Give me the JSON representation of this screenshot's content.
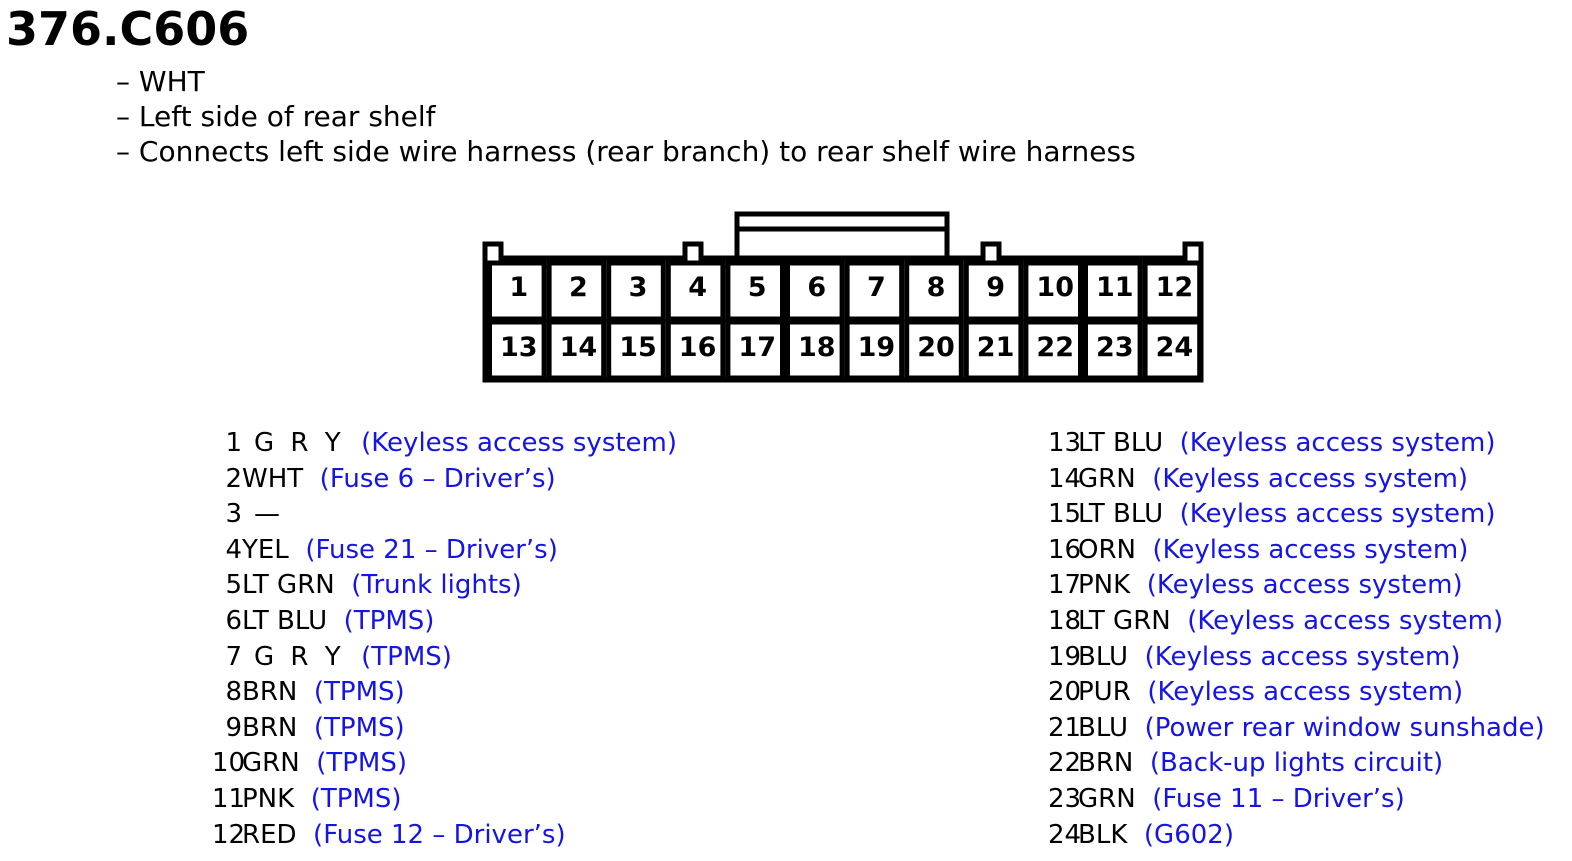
{
  "connector": {
    "title": "376.C606",
    "description": [
      "WHT",
      "Left side of rear shelf",
      "Connects left side wire harness (rear branch) to rear shelf wire harness"
    ],
    "top_row_pins": [
      "1",
      "2",
      "3",
      "4",
      "5",
      "6",
      "7",
      "8",
      "9",
      "10",
      "11",
      "12"
    ],
    "bottom_row_pins": [
      "13",
      "14",
      "15",
      "16",
      "17",
      "18",
      "19",
      "20",
      "21",
      "22",
      "23",
      "24"
    ]
  },
  "pins_left": [
    {
      "pin": "1",
      "wire": "G R Y",
      "circuit": "(Keyless access system)"
    },
    {
      "pin": "2",
      "wire": "WHT",
      "circuit": "(Fuse 6 – Driver’s)"
    },
    {
      "pin": "3",
      "wire": "—",
      "circuit": ""
    },
    {
      "pin": "4",
      "wire": "YEL",
      "circuit": "(Fuse 21 – Driver’s)"
    },
    {
      "pin": "5",
      "wire": "LT GRN",
      "circuit": "(Trunk lights)"
    },
    {
      "pin": "6",
      "wire": "LT BLU",
      "circuit": "(TPMS)"
    },
    {
      "pin": "7",
      "wire": "G R Y",
      "circuit": "(TPMS)"
    },
    {
      "pin": "8",
      "wire": "BRN",
      "circuit": "(TPMS)"
    },
    {
      "pin": "9",
      "wire": "BRN",
      "circuit": "(TPMS)"
    },
    {
      "pin": "10",
      "wire": "GRN",
      "circuit": "(TPMS)"
    },
    {
      "pin": "11",
      "wire": "PNK",
      "circuit": "(TPMS)"
    },
    {
      "pin": "12",
      "wire": "RED",
      "circuit": "(Fuse 12 – Driver’s)"
    }
  ],
  "pins_right": [
    {
      "pin": "13",
      "wire": "LT BLU",
      "circuit": "(Keyless access system)"
    },
    {
      "pin": "14",
      "wire": "GRN",
      "circuit": "(Keyless access system)"
    },
    {
      "pin": "15",
      "wire": "LT BLU",
      "circuit": "(Keyless access system)"
    },
    {
      "pin": "16",
      "wire": "ORN",
      "circuit": "(Keyless access system)"
    },
    {
      "pin": "17",
      "wire": "PNK",
      "circuit": "(Keyless access system)"
    },
    {
      "pin": "18",
      "wire": "LT GRN",
      "circuit": "(Keyless access system)"
    },
    {
      "pin": "19",
      "wire": "BLU",
      "circuit": "(Keyless access system)"
    },
    {
      "pin": "20",
      "wire": "PUR",
      "circuit": "(Keyless access system)"
    },
    {
      "pin": "21",
      "wire": "BLU",
      "circuit": "(Power rear window sunshade)"
    },
    {
      "pin": "22",
      "wire": "BRN",
      "circuit": "(Back-up lights circuit)"
    },
    {
      "pin": "23",
      "wire": "GRN",
      "circuit": "(Fuse 11 – Driver’s)"
    },
    {
      "pin": "24",
      "wire": "BLK",
      "circuit": "(G602)"
    }
  ],
  "colors": {
    "circuit_text": "#1414e6",
    "text": "#000000",
    "background": "#ffffff"
  }
}
